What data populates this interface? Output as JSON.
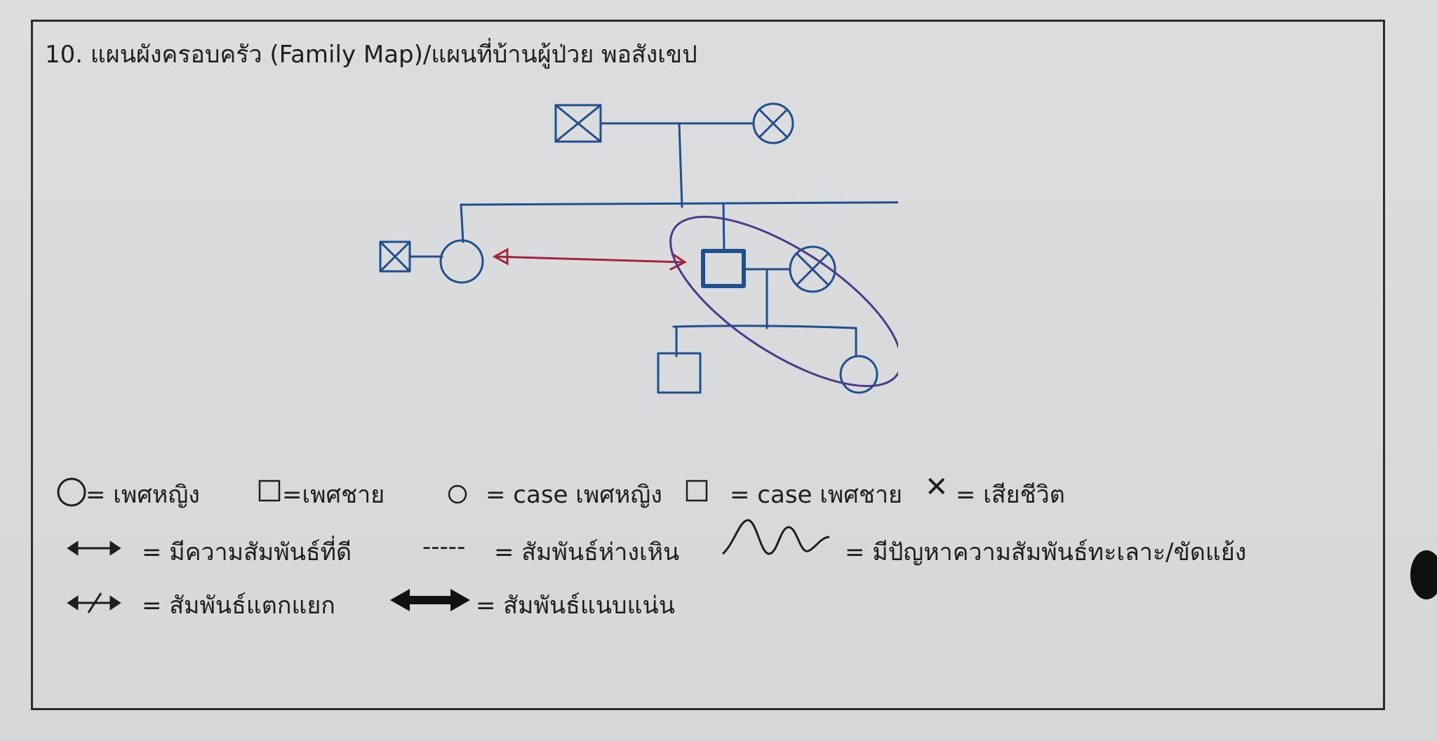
{
  "section": {
    "title": "10. แผนผังครอบครัว (Family Map)/แผนที่บ้านผู้ป่วย พอสังเขป"
  },
  "colors": {
    "ink_blue": "#1f4f8f",
    "ink_red": "#a3243b",
    "ink_purple": "#4b3a8c",
    "text": "#1e1e1e",
    "frame": "#2b2b2b"
  },
  "legend": {
    "female": "= เพศหญิง",
    "male": "=เพศชาย",
    "case_female": "= case เพศหญิง",
    "case_male": "= case เพศชาย",
    "deceased_glyph": "✕",
    "deceased": "= เสียชีวิต",
    "good_relation": "= มีความสัมพันธ์ที่ดี",
    "distant_dashes": "-----",
    "distant": "= สัมพันธ์ห่างเหิน",
    "conflict": "= มีปัญหาความสัมพันธ์ทะเลาะ/ขัดแย้ง",
    "broken": "= สัมพันธ์แตกแยก",
    "close": "= สัมพันธ์แนบแน่น"
  }
}
